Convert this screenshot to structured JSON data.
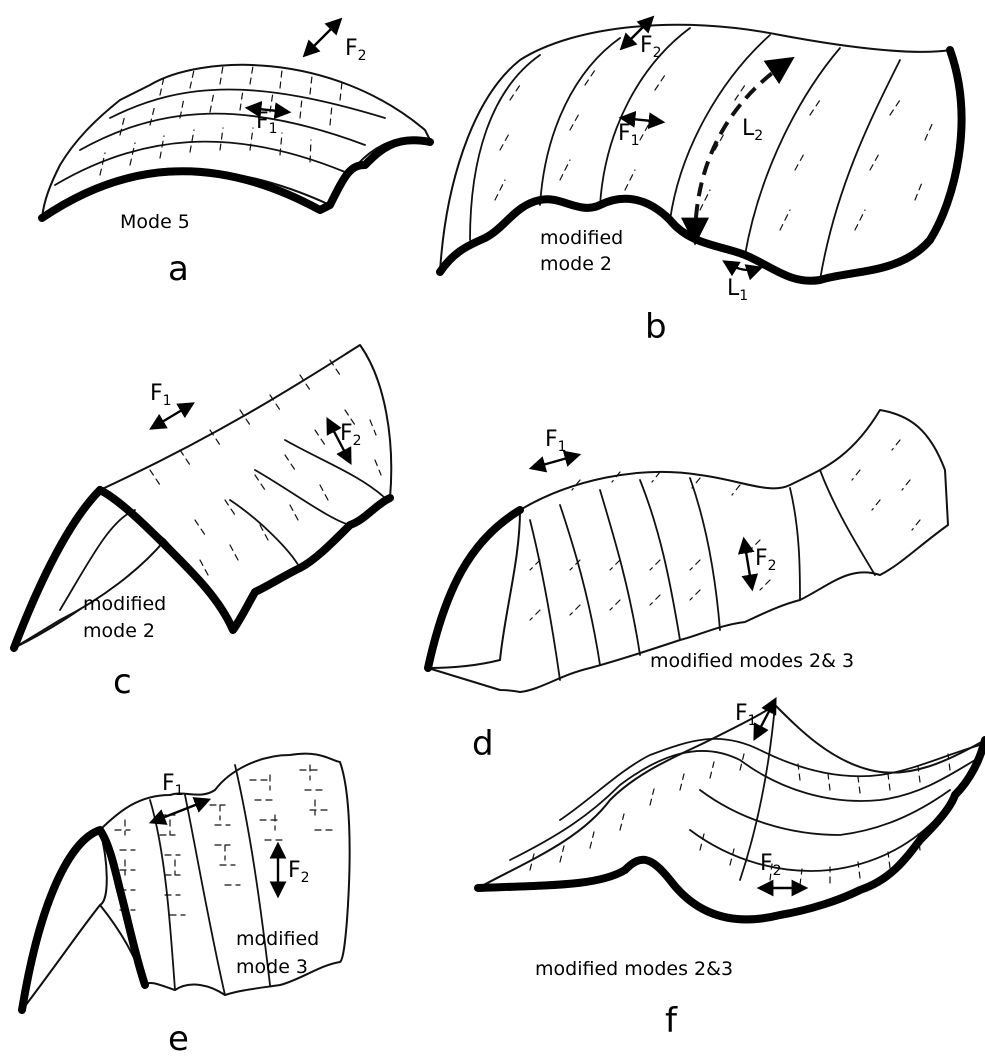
{
  "panels": {
    "a": {
      "letter": "a",
      "caption": "Mode 5",
      "f1": "F",
      "f1_sub": "1",
      "f2": "F",
      "f2_sub": "2"
    },
    "b": {
      "letter": "b",
      "caption_line1": "modified",
      "caption_line2": "mode 2",
      "f1": "F",
      "f1_sub": "1",
      "f2": "F",
      "f2_sub": "2",
      "l1": "L",
      "l1_sub": "1",
      "l2": "L",
      "l2_sub": "2"
    },
    "c": {
      "letter": "c",
      "caption_line1": "modified",
      "caption_line2": "mode 2",
      "f1": "F",
      "f1_sub": "1",
      "f2": "F",
      "f2_sub": "2"
    },
    "d": {
      "letter": "d",
      "caption": "modified modes 2& 3",
      "f1": "F",
      "f1_sub": "1",
      "f2": "F",
      "f2_sub": "2"
    },
    "e": {
      "letter": "e",
      "caption_line1": "modified",
      "caption_line2": "mode 3",
      "f1": "F",
      "f1_sub": "1",
      "f2": "F",
      "f2_sub": "2"
    },
    "f": {
      "letter": "f",
      "caption": "modified modes 2&3",
      "f1": "F",
      "f1_sub": "1",
      "f2": "F",
      "f2_sub": "2"
    }
  }
}
